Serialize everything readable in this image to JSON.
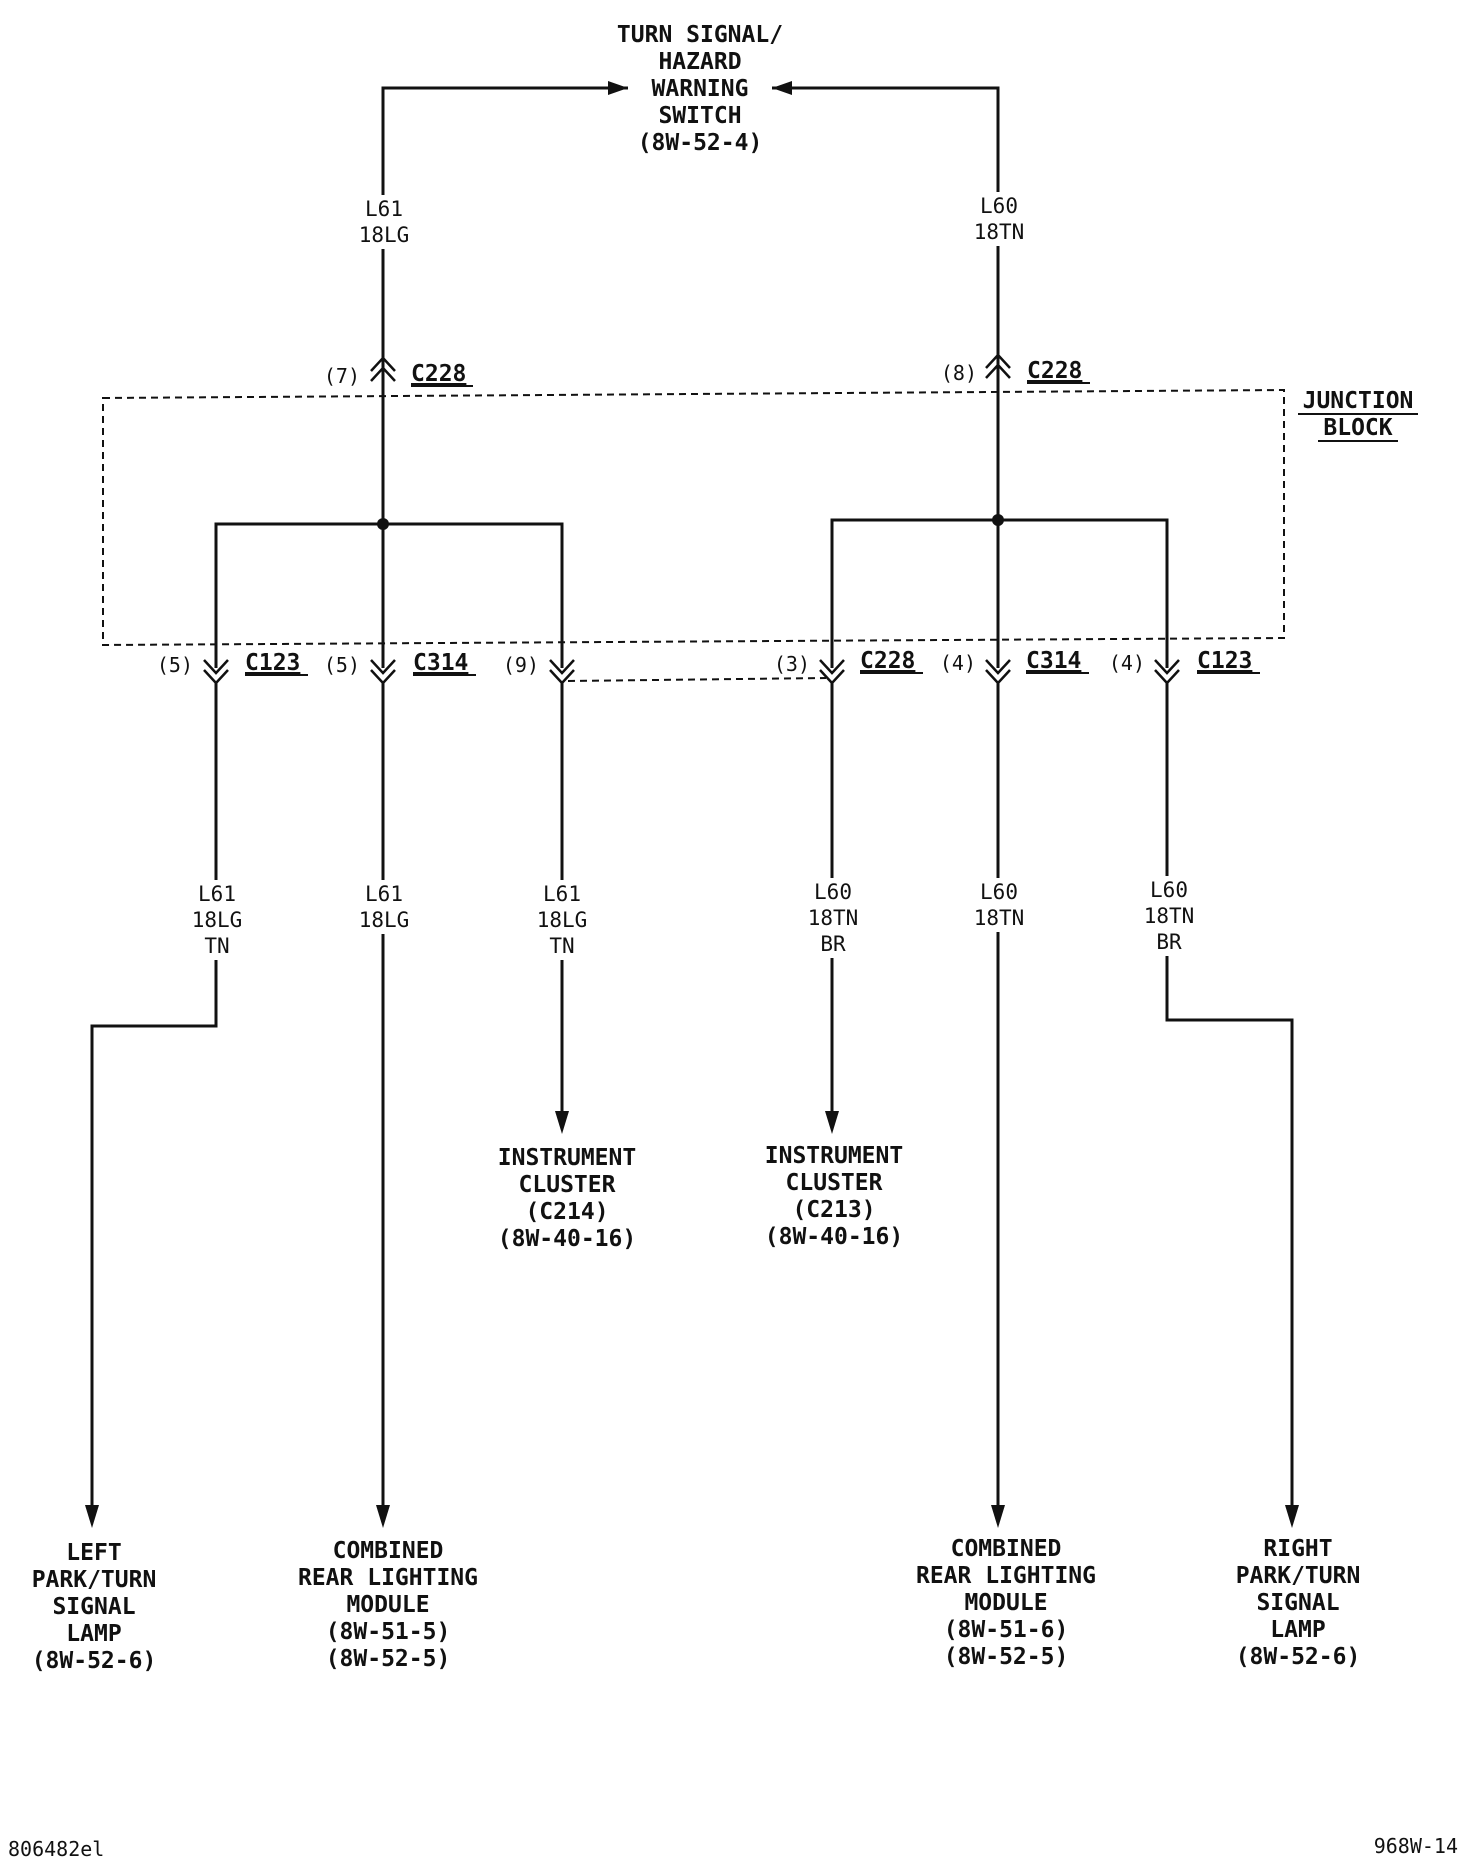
{
  "switch": {
    "line1": "TURN SIGNAL/",
    "line2": "HAZARD",
    "line3": "WARNING",
    "line4": "SWITCH",
    "ref": "(8W-52-4)"
  },
  "junction_block": {
    "line1": "JUNCTION",
    "line2": "BLOCK"
  },
  "top_wires": {
    "left": {
      "circuit": "L61",
      "gauge": "18LG"
    },
    "right": {
      "circuit": "L60",
      "gauge": "18TN"
    }
  },
  "top_connectors": {
    "left": {
      "pin": "(7)",
      "name": "C228"
    },
    "right": {
      "pin": "(8)",
      "name": "C228"
    }
  },
  "bottom_connectors": [
    {
      "pin": "(5)",
      "name": "C123"
    },
    {
      "pin": "(5)",
      "name": "C314"
    },
    {
      "pin": "(9)",
      "name": ""
    },
    {
      "pin": "(3)",
      "name": "C228"
    },
    {
      "pin": "(4)",
      "name": "C314"
    },
    {
      "pin": "(4)",
      "name": "C123"
    }
  ],
  "branch_wires": [
    {
      "circuit": "L61",
      "gauge": "18LG",
      "tracer": "TN"
    },
    {
      "circuit": "L61",
      "gauge": "18LG",
      "tracer": ""
    },
    {
      "circuit": "L61",
      "gauge": "18LG",
      "tracer": "TN"
    },
    {
      "circuit": "L60",
      "gauge": "18TN",
      "tracer": "BR"
    },
    {
      "circuit": "L60",
      "gauge": "18TN",
      "tracer": ""
    },
    {
      "circuit": "L60",
      "gauge": "18TN",
      "tracer": "BR"
    }
  ],
  "destinations": {
    "left_lamp": {
      "line1": "LEFT",
      "line2": "PARK/TURN",
      "line3": "SIGNAL",
      "line4": "LAMP",
      "ref1": "(8W-52-6)"
    },
    "left_module": {
      "line1": "COMBINED",
      "line2": "REAR LIGHTING",
      "line3": "MODULE",
      "ref1": "(8W-51-5)",
      "ref2": "(8W-52-5)"
    },
    "cluster_left": {
      "line1": "INSTRUMENT",
      "line2": "CLUSTER",
      "line3": "(C214)",
      "ref1": "(8W-40-16)"
    },
    "cluster_right": {
      "line1": "INSTRUMENT",
      "line2": "CLUSTER",
      "line3": "(C213)",
      "ref1": "(8W-40-16)"
    },
    "right_module": {
      "line1": "COMBINED",
      "line2": "REAR LIGHTING",
      "line3": "MODULE",
      "ref1": "(8W-51-6)",
      "ref2": "(8W-52-5)"
    },
    "right_lamp": {
      "line1": "RIGHT",
      "line2": "PARK/TURN",
      "line3": "SIGNAL",
      "line4": "LAMP",
      "ref1": "(8W-52-6)"
    }
  },
  "footer": {
    "left_id": "806482el",
    "right_id": "968W-14"
  }
}
